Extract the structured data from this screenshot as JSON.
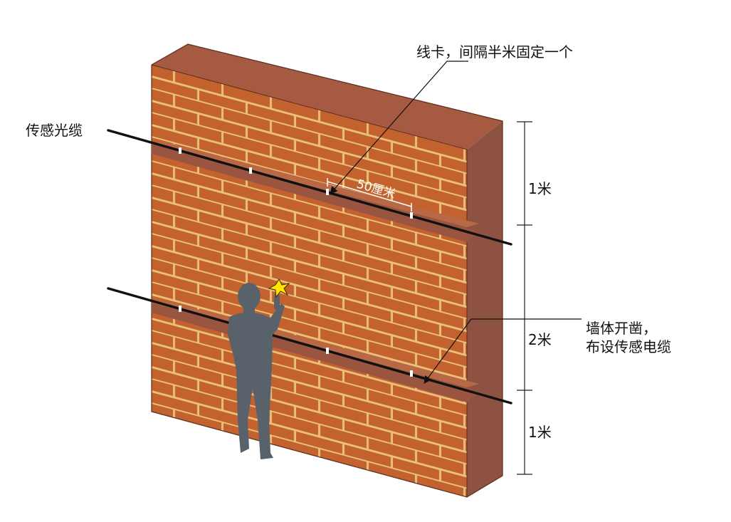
{
  "labels": {
    "fiber_cable": "传感光缆",
    "clip_note": "线卡，间隔半米固定一个",
    "spacing": "50厘米",
    "groove_line1": "墙体开凿，",
    "groove_line2": "布设传感电缆",
    "dim_top": "1米",
    "dim_mid": "2米",
    "dim_bottom": "1米"
  },
  "colors": {
    "brick": "#C3622F",
    "mortar": "#E9C07A",
    "wall_top": "#A55A41",
    "wall_side": "#8E5242",
    "groove": "#9A5540",
    "cable": "#111111",
    "clip": "#ffffff",
    "person": "#59626A",
    "spark": "#FFE600"
  }
}
